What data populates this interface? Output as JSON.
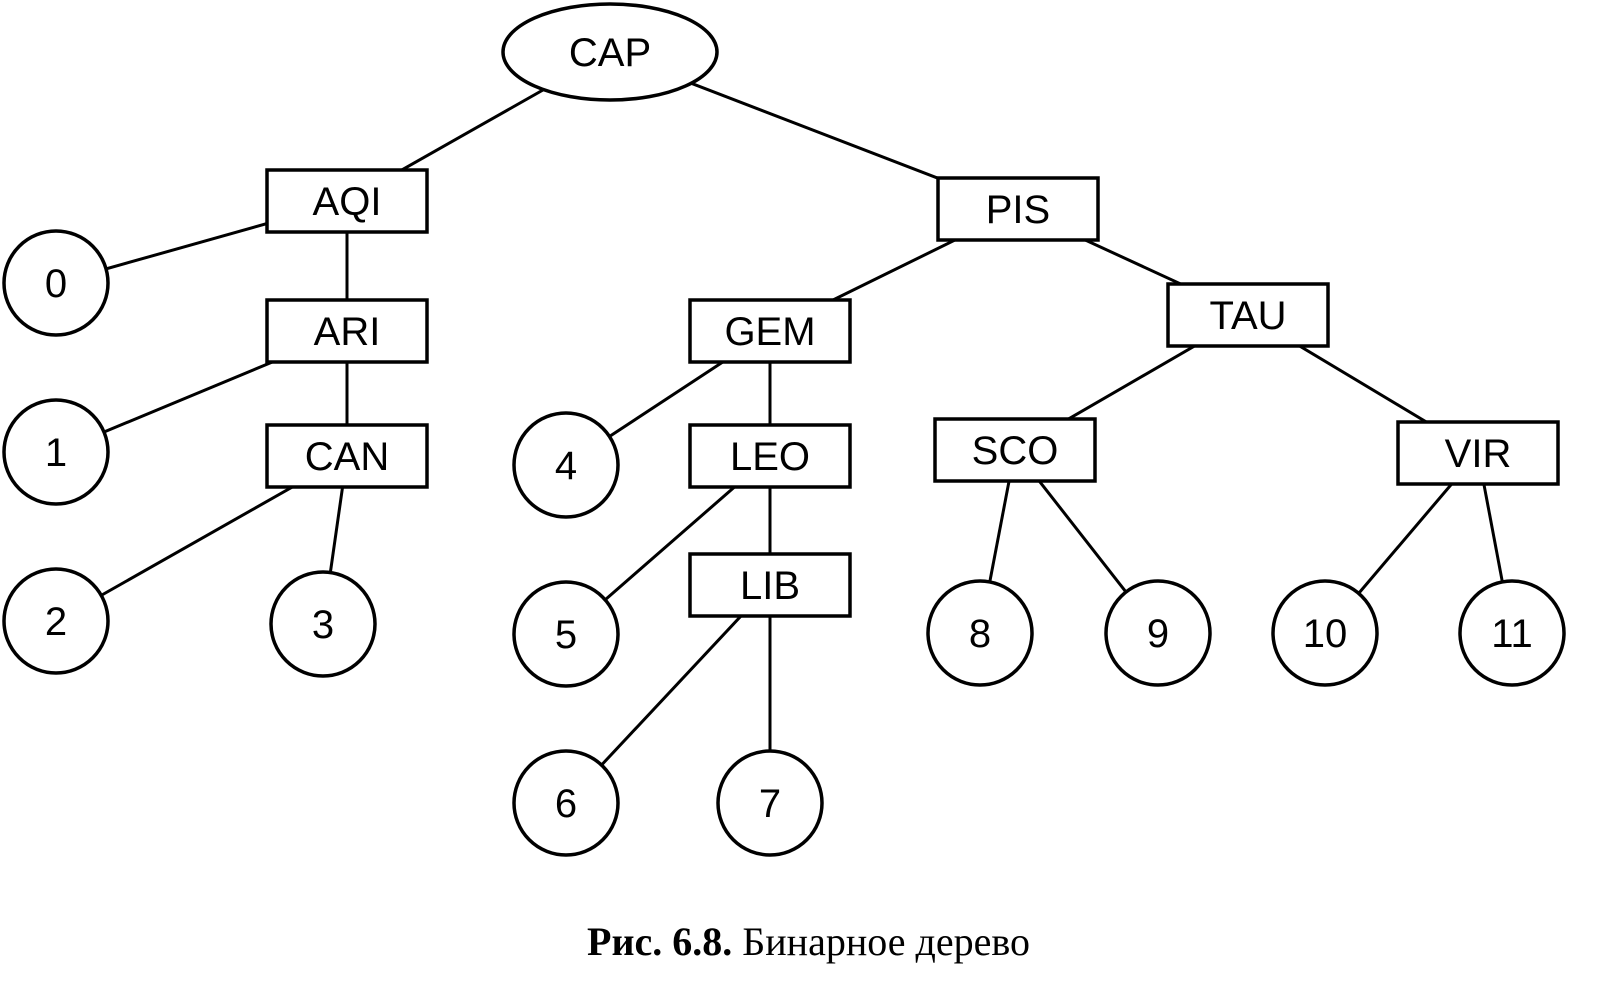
{
  "diagram": {
    "type": "binary-tree",
    "colors": {
      "stroke": "#000000",
      "fill": "#ffffff",
      "text": "#000000"
    },
    "nodes": [
      {
        "id": "CAP",
        "label": "CAP",
        "shape": "ellipse"
      },
      {
        "id": "AQI",
        "label": "AQI",
        "shape": "rect"
      },
      {
        "id": "ARI",
        "label": "ARI",
        "shape": "rect"
      },
      {
        "id": "CAN",
        "label": "CAN",
        "shape": "rect"
      },
      {
        "id": "PIS",
        "label": "PIS",
        "shape": "rect"
      },
      {
        "id": "GEM",
        "label": "GEM",
        "shape": "rect"
      },
      {
        "id": "LEO",
        "label": "LEO",
        "shape": "rect"
      },
      {
        "id": "LIB",
        "label": "LIB",
        "shape": "rect"
      },
      {
        "id": "TAU",
        "label": "TAU",
        "shape": "rect"
      },
      {
        "id": "SCO",
        "label": "SCO",
        "shape": "rect"
      },
      {
        "id": "VIR",
        "label": "VIR",
        "shape": "rect"
      },
      {
        "id": "L0",
        "label": "0",
        "shape": "circle"
      },
      {
        "id": "L1",
        "label": "1",
        "shape": "circle"
      },
      {
        "id": "L2",
        "label": "2",
        "shape": "circle"
      },
      {
        "id": "L3",
        "label": "3",
        "shape": "circle"
      },
      {
        "id": "L4",
        "label": "4",
        "shape": "circle"
      },
      {
        "id": "L5",
        "label": "5",
        "shape": "circle"
      },
      {
        "id": "L6",
        "label": "6",
        "shape": "circle"
      },
      {
        "id": "L7",
        "label": "7",
        "shape": "circle"
      },
      {
        "id": "L8",
        "label": "8",
        "shape": "circle"
      },
      {
        "id": "L9",
        "label": "9",
        "shape": "circle"
      },
      {
        "id": "L10",
        "label": "10",
        "shape": "circle"
      },
      {
        "id": "L11",
        "label": "11",
        "shape": "circle"
      }
    ],
    "edges": [
      [
        "CAP",
        "AQI"
      ],
      [
        "CAP",
        "PIS"
      ],
      [
        "AQI",
        "L0"
      ],
      [
        "AQI",
        "ARI"
      ],
      [
        "ARI",
        "L1"
      ],
      [
        "ARI",
        "CAN"
      ],
      [
        "CAN",
        "L2"
      ],
      [
        "CAN",
        "L3"
      ],
      [
        "PIS",
        "GEM"
      ],
      [
        "PIS",
        "TAU"
      ],
      [
        "GEM",
        "L4"
      ],
      [
        "GEM",
        "LEO"
      ],
      [
        "LEO",
        "L5"
      ],
      [
        "LEO",
        "LIB"
      ],
      [
        "LIB",
        "L6"
      ],
      [
        "LIB",
        "L7"
      ],
      [
        "TAU",
        "SCO"
      ],
      [
        "TAU",
        "VIR"
      ],
      [
        "SCO",
        "L8"
      ],
      [
        "SCO",
        "L9"
      ],
      [
        "VIR",
        "L10"
      ],
      [
        "VIR",
        "L11"
      ]
    ]
  },
  "caption": {
    "label": "Рис. 6.8.",
    "text": "Бинарное дерево"
  }
}
